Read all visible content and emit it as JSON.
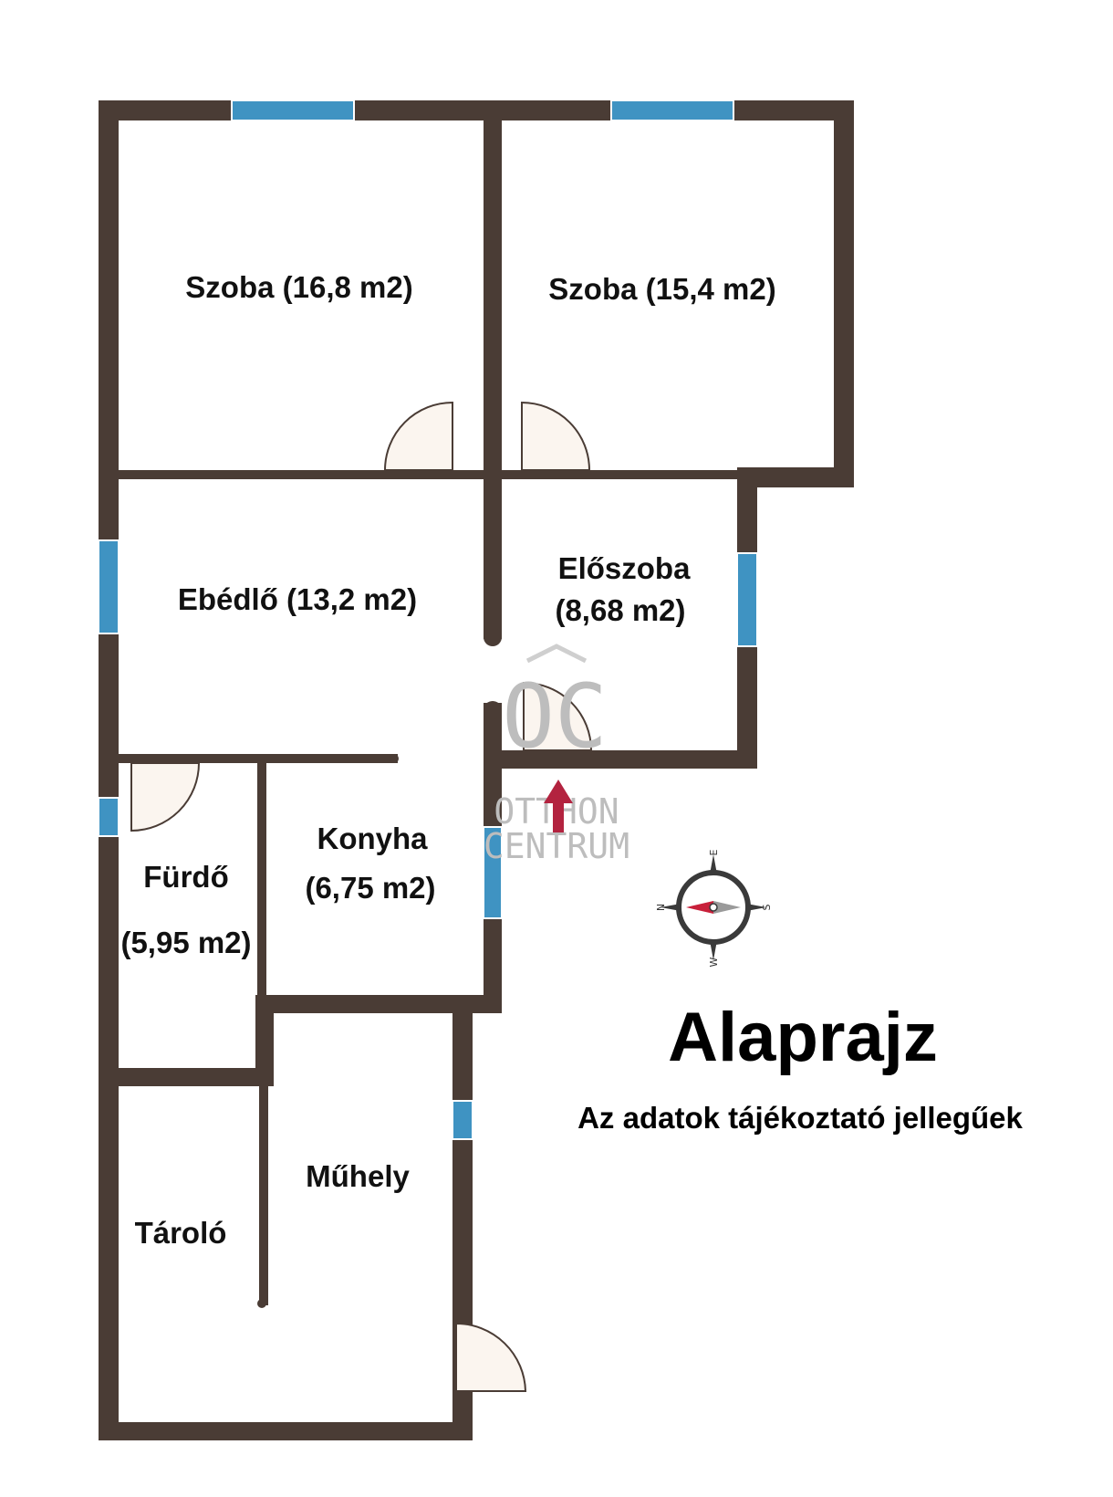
{
  "colors": {
    "wall": "#4a3c35",
    "window": "#3f93c2",
    "door_fill": "#fbf5ef",
    "arrow": "#b3233f",
    "watermark": "#bdbdbd",
    "background": "#ffffff"
  },
  "rooms": {
    "szoba1": {
      "name": "Szoba (16,8 m2)"
    },
    "szoba2": {
      "name": "Szoba (15,4 m2)"
    },
    "ebedlo": {
      "name": "Ebédlő (13,2 m2)"
    },
    "eloszoba": {
      "line1": "Előszoba",
      "line2": "(8,68 m2)"
    },
    "konyha": {
      "line1": "Konyha",
      "line2": "(6,75 m2)"
    },
    "furdo": {
      "line1": "Fürdő",
      "line2": "(5,95 m2)"
    },
    "taroló": {
      "name": "Tároló"
    },
    "muhely": {
      "name": "Műhely"
    }
  },
  "title": "Alaprajz",
  "subtitle": "Az adatok tájékoztató jellegűek",
  "watermark": {
    "monogram": "OC",
    "line1": "OTTHON",
    "line2": "CENTRUM"
  },
  "compass": {
    "north": "N",
    "east": "E",
    "south": "S",
    "west": "W"
  },
  "icons": {
    "entrance": "entrance-arrow-icon",
    "compass": "compass-icon",
    "logo": "otthon-centrum-logo"
  }
}
